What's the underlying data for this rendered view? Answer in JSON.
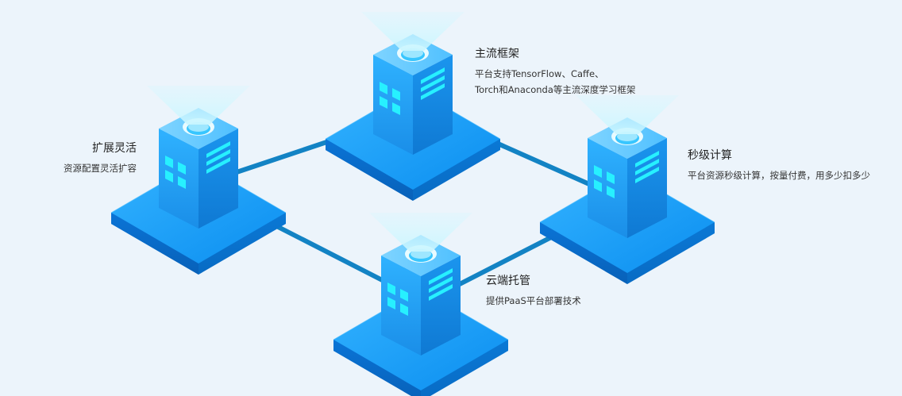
{
  "nodes": {
    "top": {
      "title": "主流框架",
      "desc_lines": [
        "平台支持TensorFlow、Caffe、",
        "Torch和Anaconda等主流深度学习框架"
      ]
    },
    "left": {
      "title": "扩展灵活",
      "desc_lines": [
        "资源配置灵活扩容"
      ]
    },
    "right": {
      "title": "秒级计算",
      "desc_lines": [
        "平台资源秒级计算，按量付费，用多少扣多少"
      ]
    },
    "bottom": {
      "title": "云端托管",
      "desc_lines": [
        "提供PaaS平台部署技术"
      ]
    }
  },
  "colors": {
    "background": "#ecf4fb",
    "link": "#1383c4",
    "platform": "#1d9cf0",
    "building": "#2aa6f5",
    "window": "#27f0ff",
    "beam": "#bff3ff"
  },
  "icons": [
    "server-building-icon",
    "light-beam-icon"
  ]
}
